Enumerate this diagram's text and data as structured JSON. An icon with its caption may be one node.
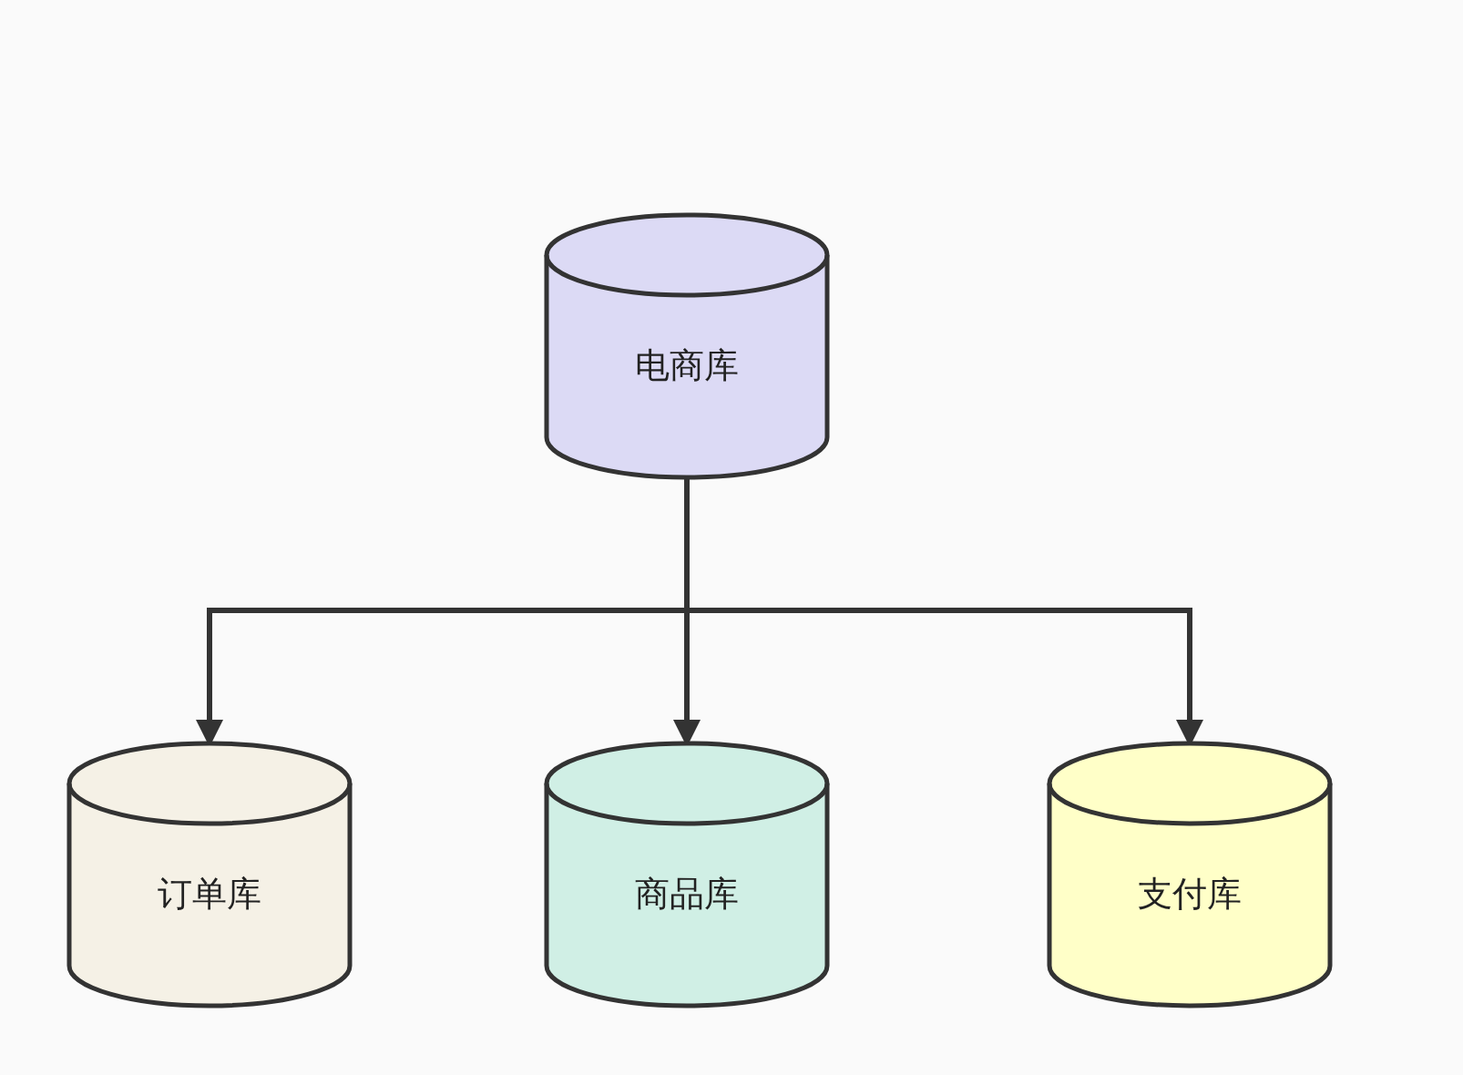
{
  "diagram": {
    "nodes": [
      {
        "text": [
          "电商库"
        ]
      },
      {
        "text": [
          "订单库"
        ]
      },
      {
        "text": [
          "商品库"
        ]
      },
      {
        "text": [
          "支付库"
        ]
      }
    ],
    "edges": [
      {
        "from": 0,
        "to": 1,
        "arrow": "to"
      },
      {
        "from": 0,
        "to": 2,
        "arrow": "to"
      },
      {
        "from": 0,
        "to": 3,
        "arrow": "to"
      }
    ]
  }
}
